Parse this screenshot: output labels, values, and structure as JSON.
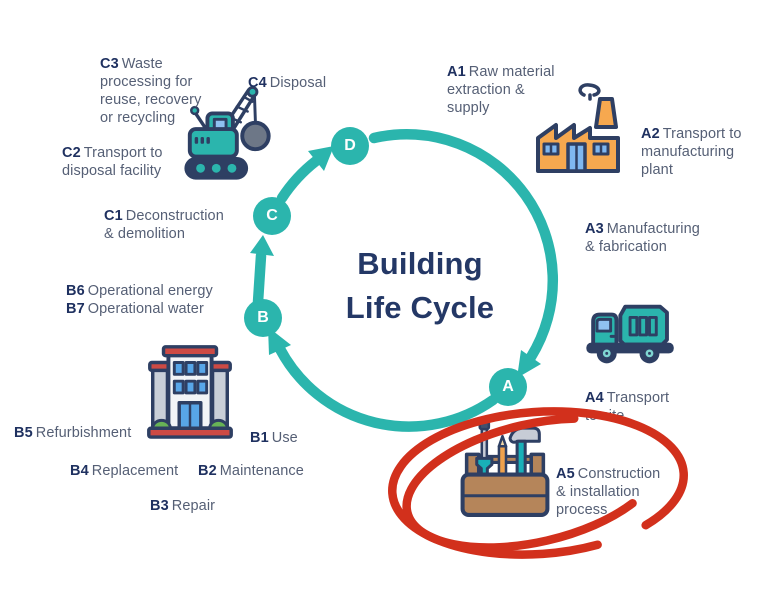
{
  "title": {
    "line1": "Building",
    "line2": "Life Cycle"
  },
  "nodes": {
    "a": "A",
    "b": "B",
    "c": "C",
    "d": "D"
  },
  "stages": {
    "a1": {
      "code": "A1",
      "text": "Raw material\nextraction &\nsupply"
    },
    "a2": {
      "code": "A2",
      "text": "Transport to\nmanufacturing\nplant"
    },
    "a3": {
      "code": "A3",
      "text": "Manufacturing\n& fabrication"
    },
    "a4": {
      "code": "A4",
      "text": "Transport\nto site"
    },
    "a5": {
      "code": "A5",
      "text": "Construction\n& installation\nprocess"
    },
    "b1": {
      "code": "B1",
      "text": "Use"
    },
    "b2": {
      "code": "B2",
      "text": "Maintenance"
    },
    "b3": {
      "code": "B3",
      "text": "Repair"
    },
    "b4": {
      "code": "B4",
      "text": "Replacement"
    },
    "b5": {
      "code": "B5",
      "text": "Refurbishment"
    },
    "b6": {
      "code": "B6",
      "text": "Operational energy"
    },
    "b7": {
      "code": "B7",
      "text": "Operational water"
    },
    "c1": {
      "code": "C1",
      "text": "Deconstruction\n& demolition"
    },
    "c2": {
      "code": "C2",
      "text": "Transport to\ndisposal facility"
    },
    "c3": {
      "code": "C3",
      "text": "Waste\nprocessing for\nreuse, recovery\nor recycling"
    },
    "c4": {
      "code": "C4",
      "text": "Disposal"
    }
  },
  "icons": {
    "crane": "crane-wrecking-ball-icon",
    "factory": "factory-icon",
    "truck": "dump-truck-icon",
    "building": "building-icon",
    "toolbox": "toolbox-icon"
  },
  "annotation": {
    "type": "hand-drawn-red-circle",
    "highlights": "A5 Construction & installation process"
  },
  "colors": {
    "teal": "#2bb5ad",
    "navy": "#1f3160",
    "label_text": "#555f75",
    "red": "#d2301c",
    "orange": "#f6a84f",
    "window_blue": "#7fb7f0",
    "brown": "#b5855a"
  }
}
